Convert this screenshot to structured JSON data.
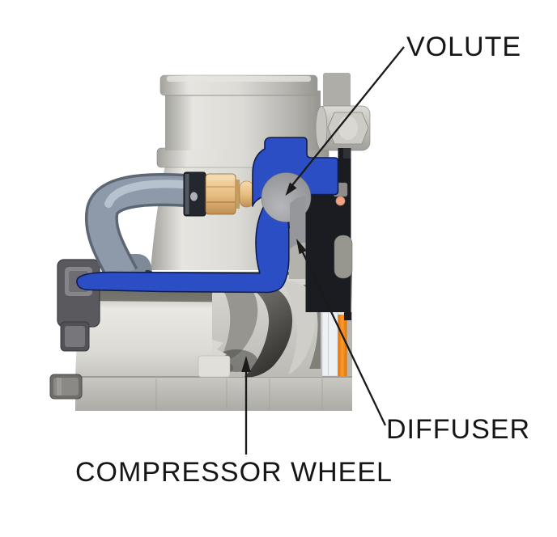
{
  "figure": {
    "type": "technical-illustration",
    "subject": "compressor cross-section",
    "labels": {
      "volute": "VOLUTE",
      "diffuser": "DIFFUSER",
      "compressor_wheel": "COMPRESSOR WHEEL"
    },
    "colors": {
      "background": "#ffffff",
      "volute_highlight_blue": "#2b4ec5",
      "volute_outline": "#0e1d52",
      "backplate_black": "#1a1c21",
      "seal_ring_orange": "#f5840e",
      "pin_salmon": "#f1a283",
      "brass_fitting": "#e8c08a",
      "hose_gray_blue": "#8e9aa9",
      "housing_gray": "#d6d5d0",
      "leader_line": "#1a1a1a"
    }
  }
}
